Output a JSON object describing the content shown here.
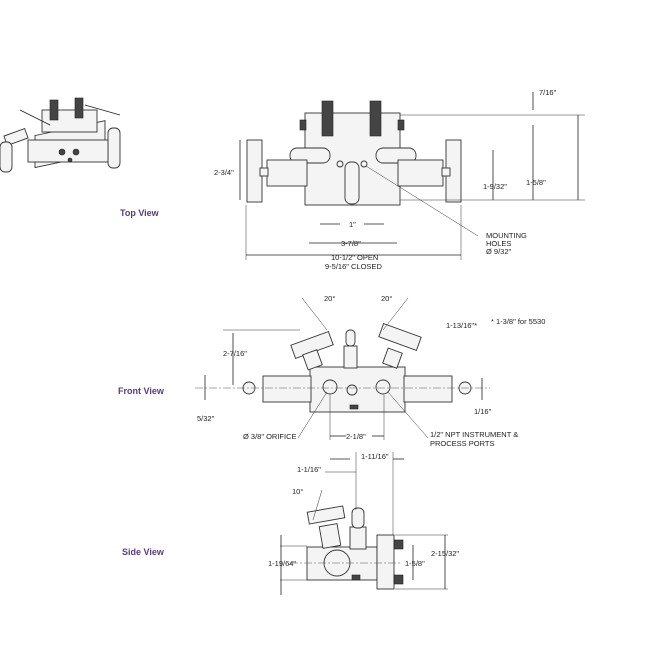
{
  "views": {
    "top": "Top View",
    "front": "Front View",
    "side": "Side View"
  },
  "top_view": {
    "dims": [
      "7/16\"",
      "2-3/4\"",
      "1-9/32\"",
      "1-5/8\"",
      "1\"",
      "3-7/8\"",
      "10-1/2\" OPEN",
      "9-5/16\" CLOSED"
    ],
    "callout": [
      "MOUNTING",
      "HOLES",
      "Ø 9/32\""
    ]
  },
  "front_view": {
    "dims": [
      "20°",
      "20°",
      "1-13/16\"*",
      "2-7/16\"",
      "5/32\"",
      "1/16\"",
      "2-1/8\""
    ],
    "note": "* 1-3/8\" for 5530",
    "orifice": "Ø 3/8\" ORIFICE",
    "ports": [
      "1/2\" NPT INSTRUMENT &",
      "PROCESS PORTS"
    ]
  },
  "side_view": {
    "dims": [
      "1-11/16\"",
      "1-1/16\"",
      "10°",
      "1-19/64\"",
      "1-5/8\"",
      "2-15/32\""
    ]
  }
}
